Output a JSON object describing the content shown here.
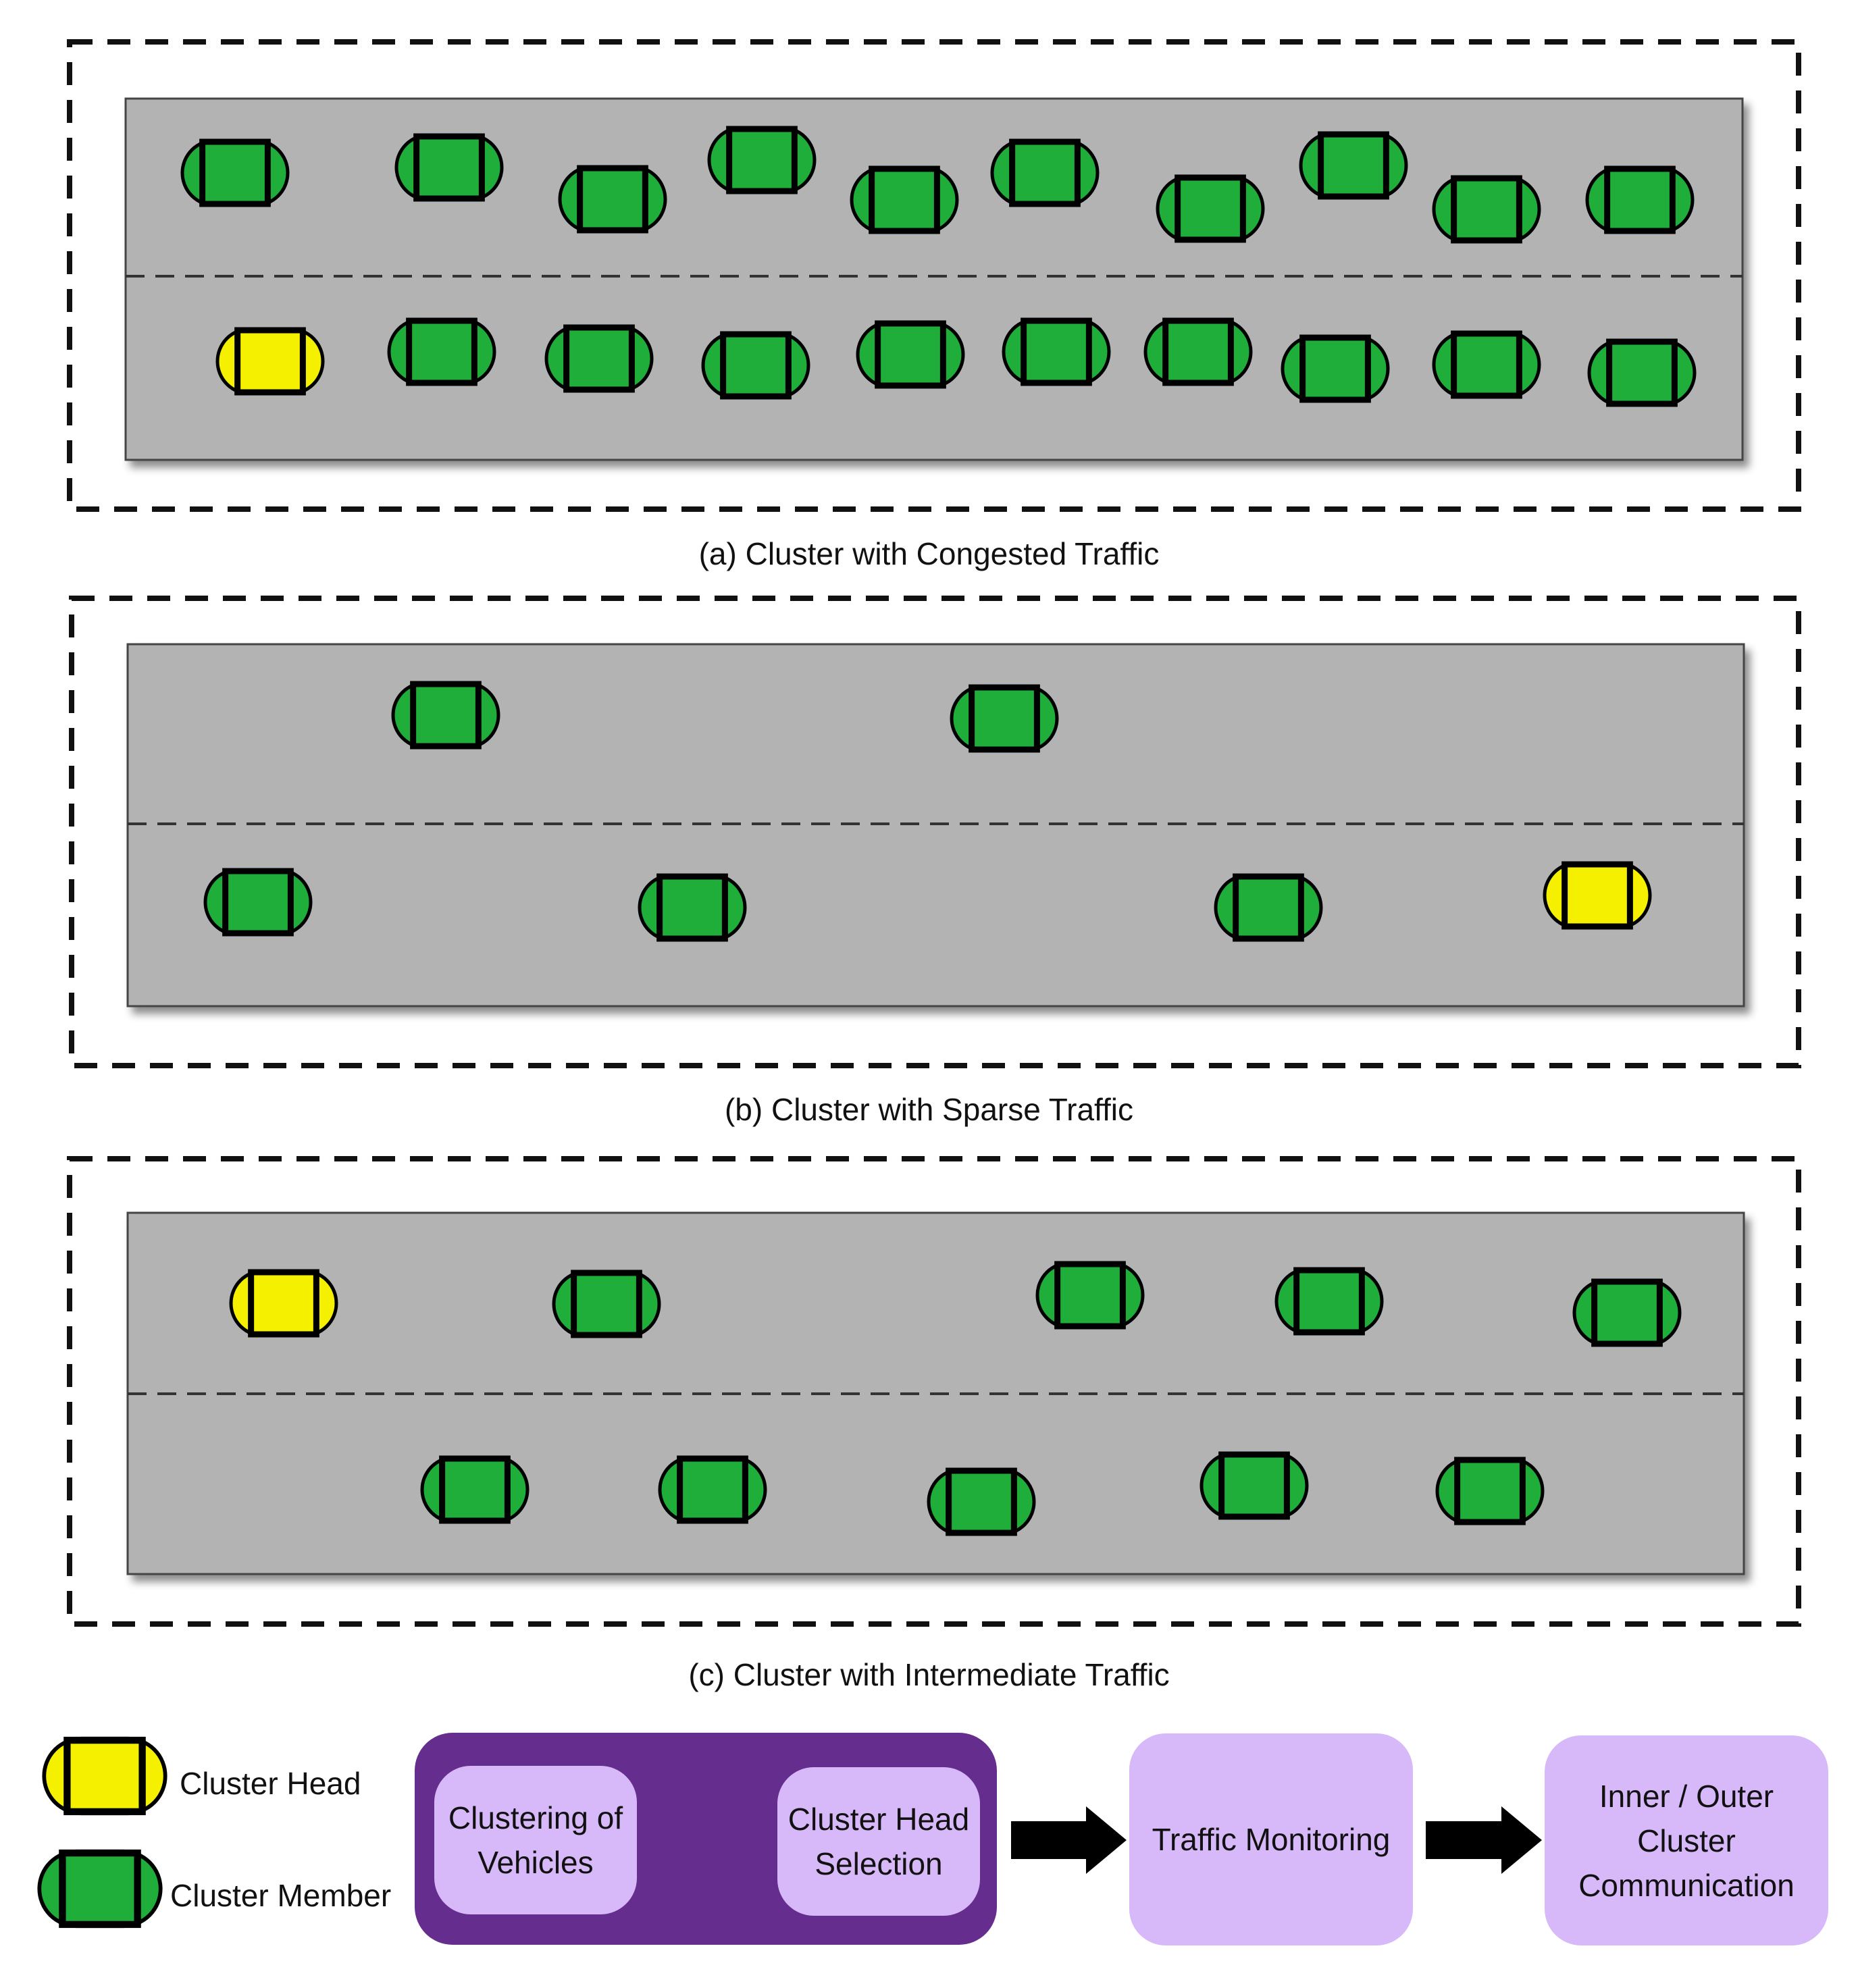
{
  "colors": {
    "road": "#b3b3b3",
    "member": "#1fae3a",
    "head": "#f5f000",
    "flow_box": "#d7b8f8",
    "flow_group": "#652d8e",
    "arrow": "#000000"
  },
  "panels": [
    {
      "caption": "(a) Cluster with Congested Traffic",
      "upper_lane": [
        "member",
        "member",
        "member",
        "member",
        "member",
        "member",
        "member",
        "member",
        "member",
        "member"
      ],
      "lower_lane": [
        "head",
        "member",
        "member",
        "member",
        "member",
        "member",
        "member",
        "member",
        "member",
        "member"
      ]
    },
    {
      "caption": "(b) Cluster with Sparse Traffic",
      "upper_lane": [
        "member",
        "member"
      ],
      "lower_lane": [
        "member",
        "member",
        "member",
        "head"
      ]
    },
    {
      "caption": "(c) Cluster with Intermediate Traffic",
      "upper_lane": [
        "head",
        "member",
        "member",
        "member",
        "member"
      ],
      "lower_lane": [
        "member",
        "member",
        "member",
        "member",
        "member"
      ]
    }
  ],
  "legend": {
    "head_label": "Cluster Head",
    "member_label": "Cluster Member",
    "head_icon": "car-yellow-icon",
    "member_icon": "car-green-icon"
  },
  "flow": {
    "step1": "Clustering of\nVehicles",
    "step2": "Cluster Head\nSelection",
    "step3": "Traffic Monitoring",
    "step4": "Inner / Outer\nCluster\nCommunication"
  }
}
